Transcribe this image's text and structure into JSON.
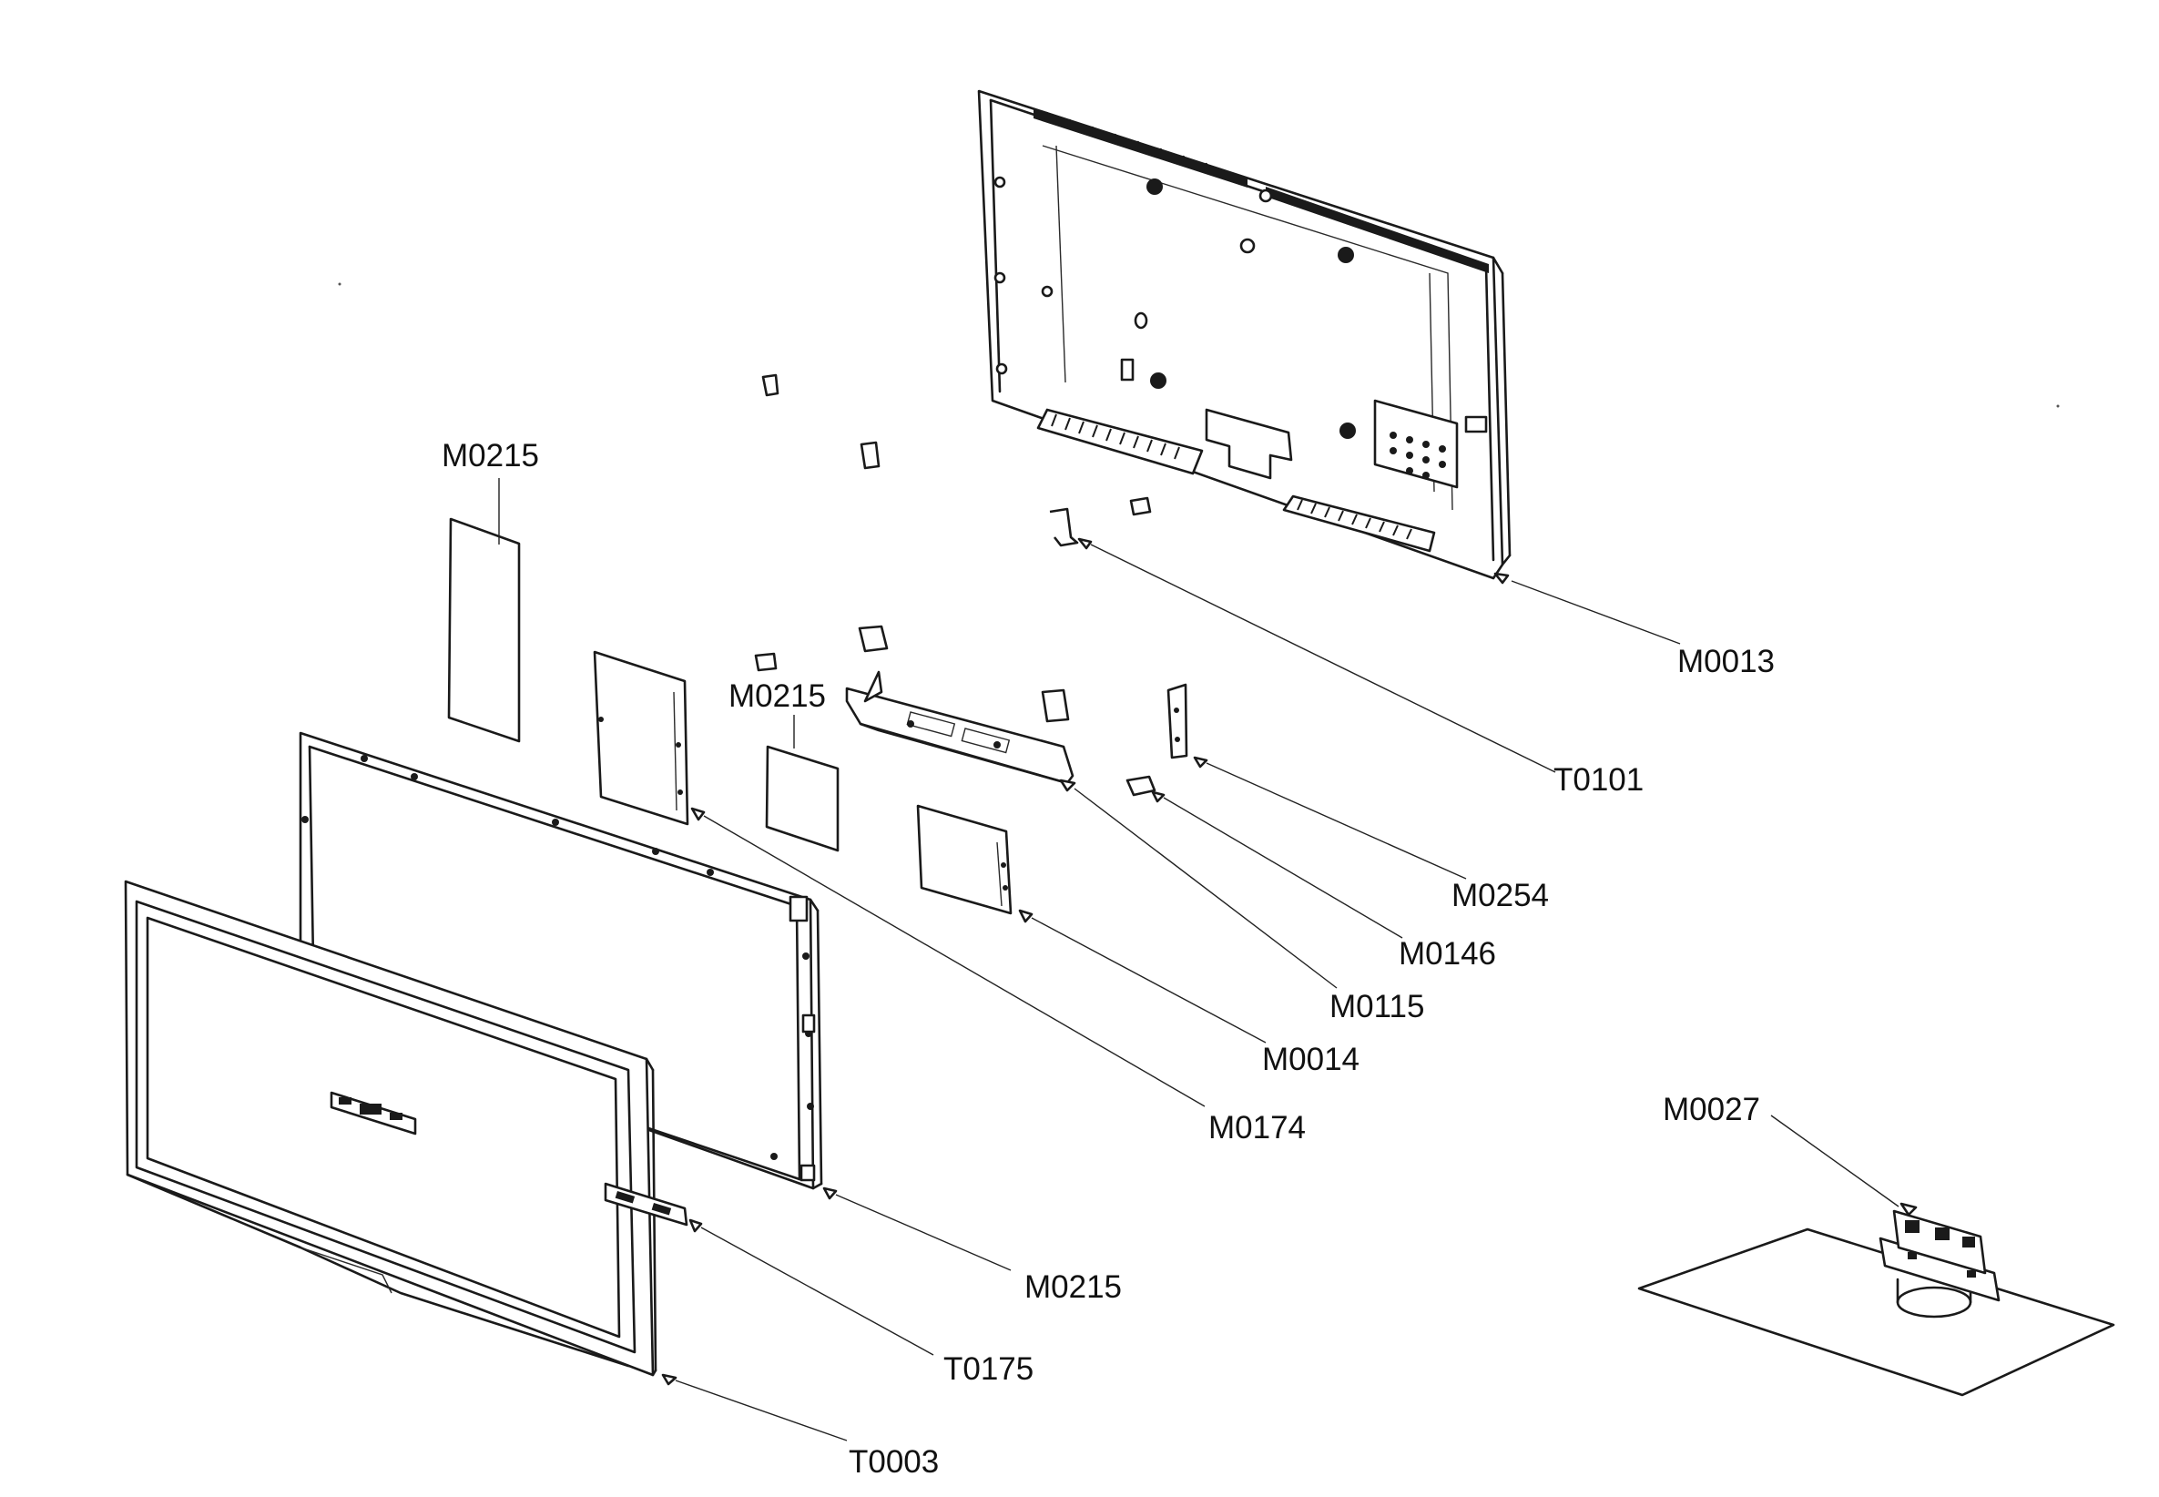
{
  "labels": {
    "m0215_a": "M0215",
    "m0215_b": "M0215",
    "m0215_c": "M0215",
    "m0013": "M0013",
    "t0101": "T0101",
    "m0254": "M0254",
    "m0146": "M0146",
    "m0115": "M0115",
    "m0014": "M0014",
    "m0174": "M0174",
    "m0027": "M0027",
    "t0175": "T0175",
    "t0003": "T0003"
  }
}
